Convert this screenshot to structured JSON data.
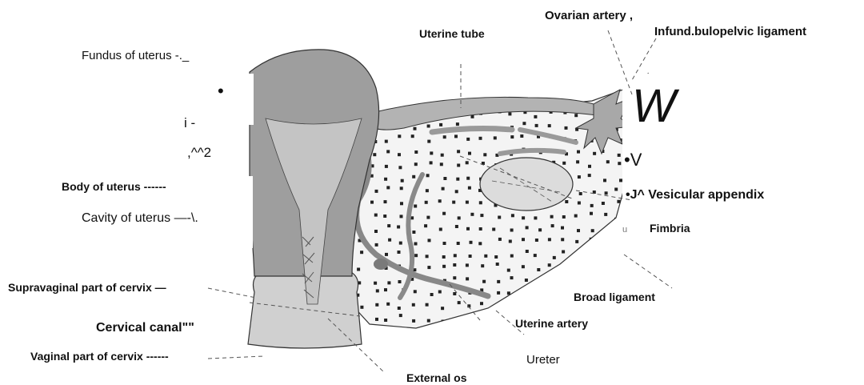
{
  "labels": {
    "fundus": "Fundus of uterus -._",
    "uterine_tube": "Uterine tube",
    "ovarian_artery": "Ovarian artery ,",
    "infundibulopelvic": "Infund.bulopelvic ligament",
    "bullet": "•",
    "i_dash": "i -",
    "squiggle_2": ",^^2",
    "w_glyph": "W",
    "v_glyph": "•V",
    "body_of_uterus": "Body of uterus ------",
    "vesicular_appendix": "•J^ Vesicular appendix",
    "cavity_of_uterus": "Cavity of uterus —-\\.",
    "fimbria": "Fimbria",
    "supravaginal": "Supravaginal part of cervix —",
    "broad_ligament": "Broad ligament",
    "cervical_canal": "Cervical canal\"\"",
    "uterine_artery": "Uterine artery",
    "vaginal_part": "Vaginal part of cervix ------",
    "ureter": "Ureter",
    "external_os": "External os"
  },
  "colors": {
    "uterus_fill": "#9e9e9e",
    "cavity_fill": "#c4c4c4",
    "ligament_fill": "#f4f4f4",
    "tube_fill": "#b3b3b3",
    "ovary_fill": "#dcdcdc",
    "dot": "#222222",
    "stroke": "#333333"
  }
}
